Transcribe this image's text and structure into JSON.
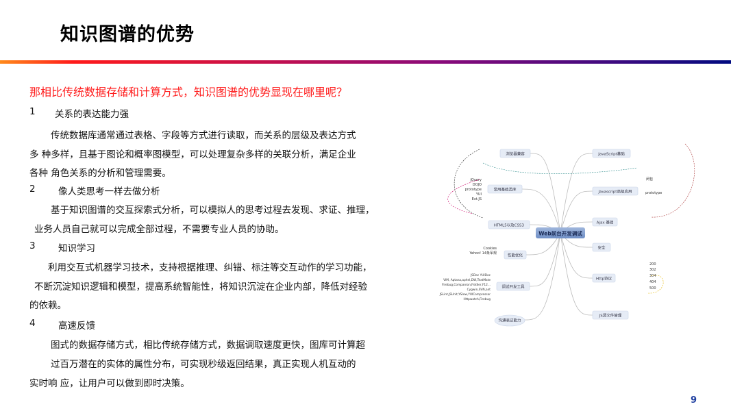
{
  "slide": {
    "title": "知识图谱的优势",
    "question": "那相比传统数据存储和计算方式，知识图谱的优势显现在哪里呢？",
    "page_number": "9",
    "rule_gradient": [
      "#ff8a1a",
      "#ff1a1a",
      "#8a0a7a",
      "#000a80"
    ],
    "question_color": "#ff1a1a",
    "items": [
      {
        "num": "1",
        "heading": "关系的表达能力强",
        "lines": [
          "传统数据库通常通过表格、字段等方式进行读取，而关系的层级及表达方式",
          "多 种多样，且基于图论和概率图模型，可以处理复杂多样的关联分析，满足企业",
          "各种 角色关系的分析和管理需要。"
        ]
      },
      {
        "num": "2",
        "heading": "像人类思考一样去做分析",
        "lines": [
          "基于知识图谱的交互探索式分析，可以模拟人的思考过程去发现、求证、推理，",
          "业务人员自己就可以完成全部过程，不需要专业人员的协助。"
        ]
      },
      {
        "num": "3",
        "heading": "知识学习",
        "lines": [
          "利用交互式机器学习技术，支持根据推理、纠错、标注等交互动作的学习功能，",
          "不断沉淀知识逻辑和模型，提高系统智能性，将知识沉淀在企业内部，降低对经验",
          "的依赖。"
        ]
      },
      {
        "num": "4",
        "heading": "高速反馈",
        "lines": [
          "图式的数据存储方式，相比传统存储方式，数据调取速度更快，图库可计算超",
          "过百万潜在的实体的属性分布，可实现秒级返回结果，真正实现人机互动的",
          "实时响 应，让用户可以做到即时决策。"
        ]
      }
    ]
  },
  "mindmap": {
    "center": "Web前台开发调试",
    "left_branches": [
      "浏览器兼容",
      "常用基础类库",
      "HTML5以及CSS3",
      "性能优化",
      "调试开发工具",
      "沟通表达能力"
    ],
    "right_branches": [
      "JavaScript基础",
      "Javascript高级应用",
      "Ajax 基础",
      "安全",
      "Http协议",
      "JS源文件管理"
    ],
    "libraries": [
      "jQuery",
      "DOJO",
      "prototype",
      "YUI",
      "Ext.JS"
    ],
    "perf_leaves": [
      "Cookies",
      "Yahoo! 14条军规"
    ],
    "tools": [
      "JSDoc YUIDoc",
      "VIM, Aptana,aphel,DW,TextMate",
      "Firebug,Companion,Fiddler,F12...",
      "Cygwin,SVN,ant",
      "JSLint,JSUnit,YSlow,YUICompressor",
      "Httpwatch,Firebug"
    ],
    "status_codes": [
      "200",
      "302",
      "304",
      "404",
      "500"
    ],
    "js_leaves": [
      "prototype",
      "闭包"
    ]
  }
}
